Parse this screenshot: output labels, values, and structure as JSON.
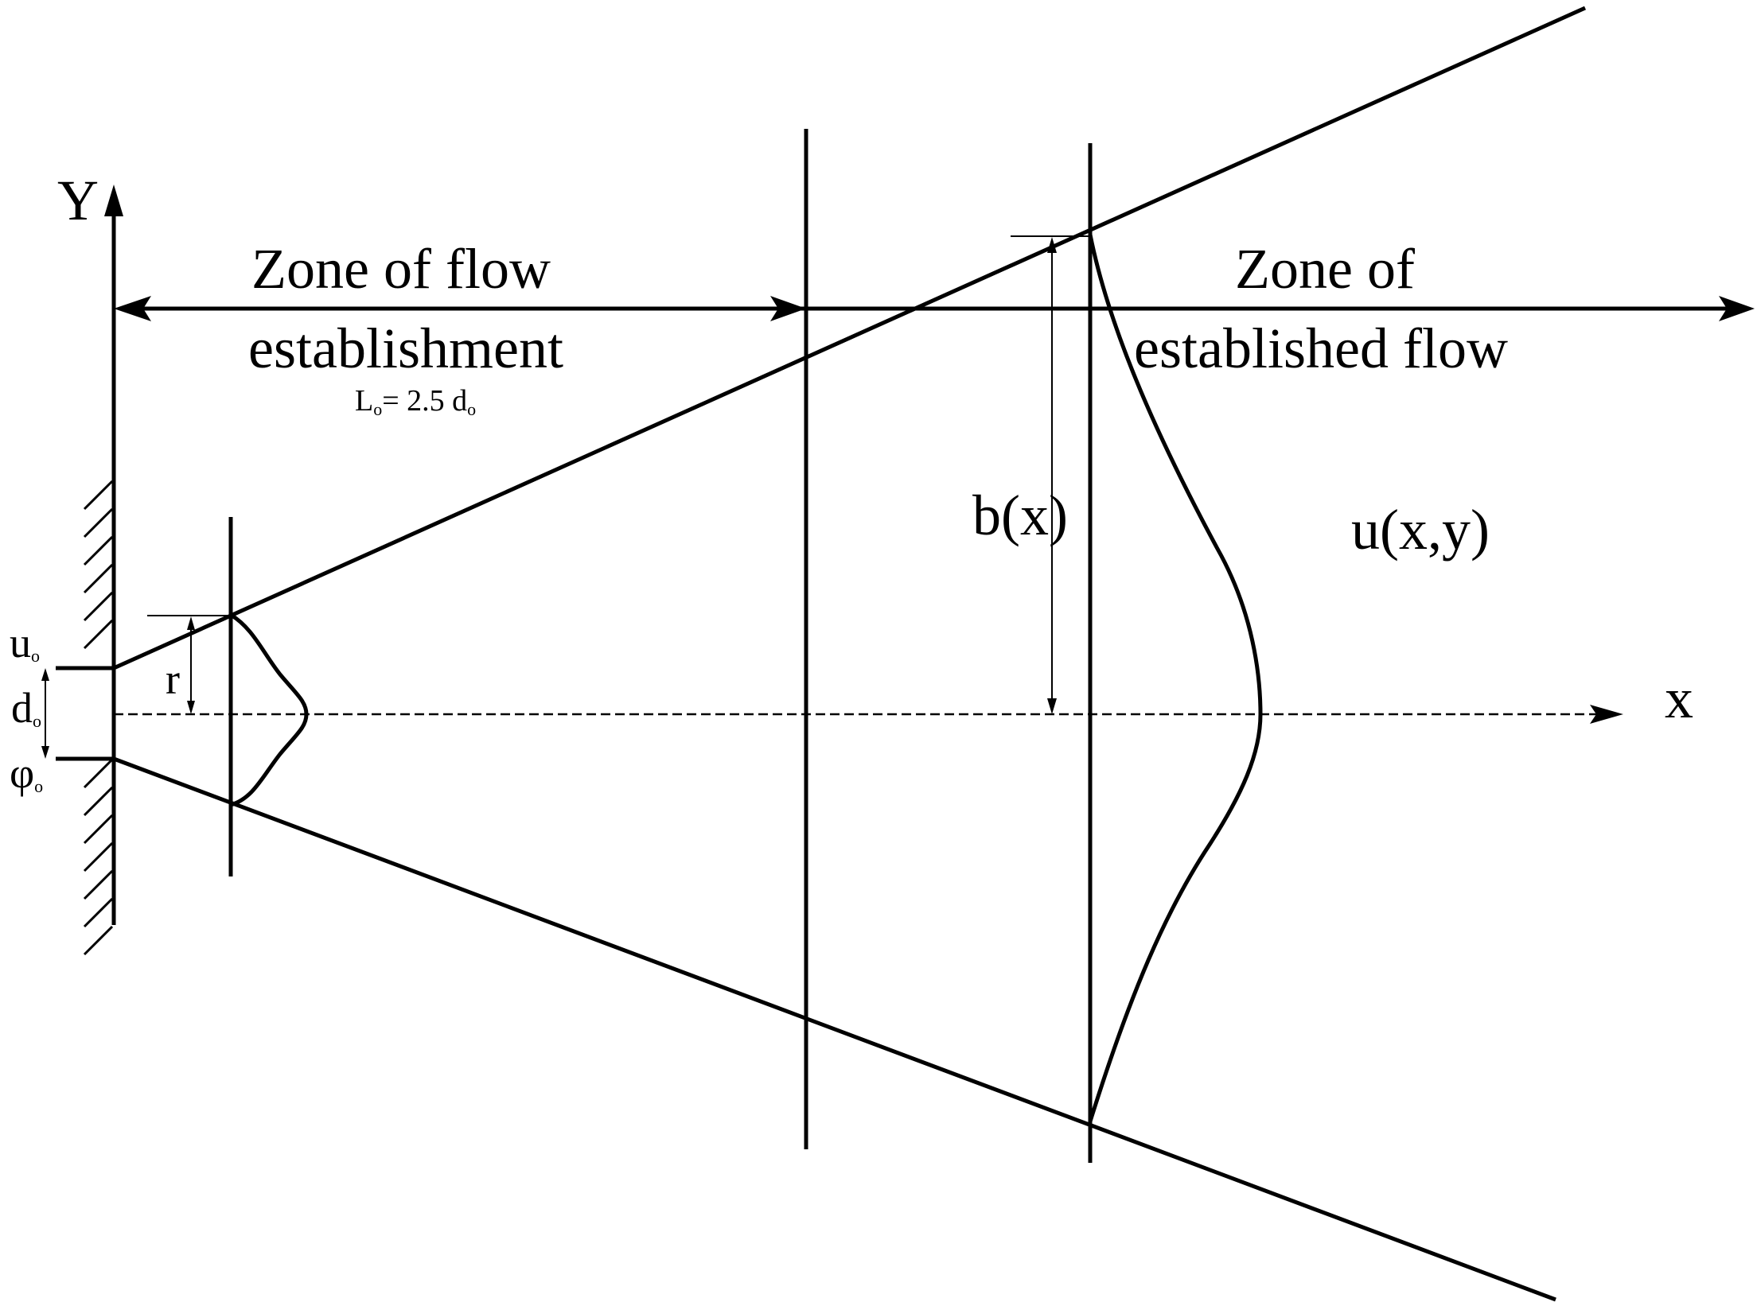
{
  "zone_left": {
    "line1": "Zone of flow",
    "line2": "establishment",
    "length_label": {
      "prefix": "L",
      "sub": "o",
      "middle": "= 2.5  d",
      "suffix_sub": "o"
    }
  },
  "zone_right": {
    "line1": "Zone of",
    "line2": "established flow"
  },
  "axes": {
    "y_label": "Y",
    "x_label": "x"
  },
  "labels": {
    "half_width": "b(x)",
    "velocity": "u(x,y)",
    "radius": "r",
    "u_nozzle": {
      "main": "u",
      "sub": "o"
    },
    "d_nozzle": {
      "main": "d",
      "sub": "o"
    },
    "phi_nozzle": {
      "main": "φ",
      "sub": "o"
    }
  }
}
